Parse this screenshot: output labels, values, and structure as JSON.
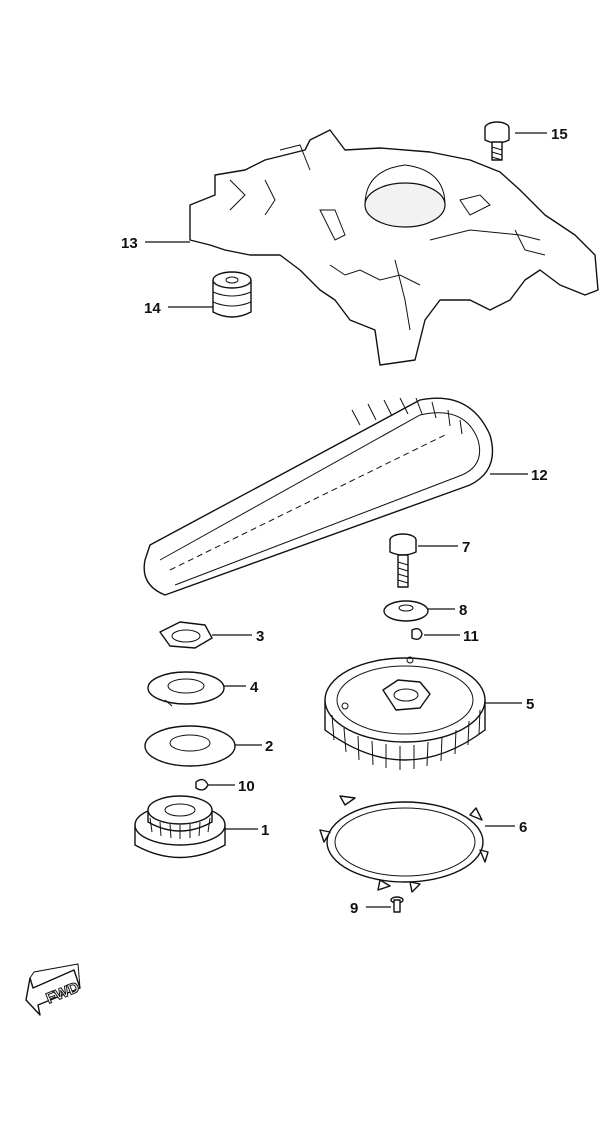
{
  "callouts": {
    "p1": "1",
    "p2": "2",
    "p3": "3",
    "p4": "4",
    "p5": "5",
    "p6": "6",
    "p7": "7",
    "p8": "8",
    "p9": "9",
    "p10": "10",
    "p11": "11",
    "p12": "12",
    "p13": "13",
    "p14": "14",
    "p15": "15"
  },
  "direction_label": "FWD"
}
